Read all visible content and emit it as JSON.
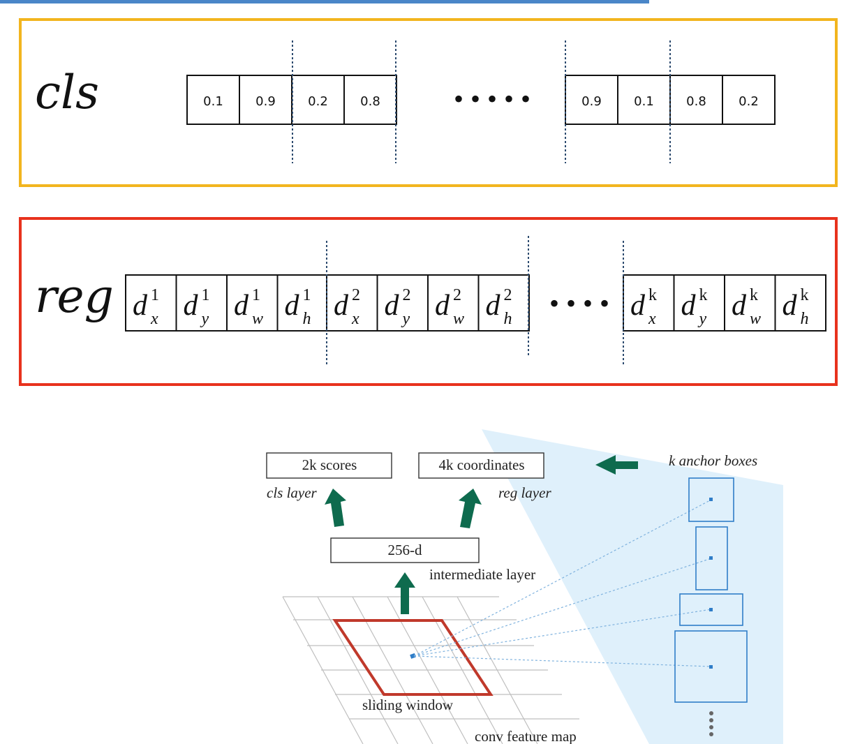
{
  "cls_panel": {
    "label": "cls",
    "cells_left": [
      "0.1",
      "0.9",
      "0.2",
      "0.8"
    ],
    "ellipsis": "• • • • •",
    "cells_right": [
      "0.9",
      "0.1",
      "0.8",
      "0.2"
    ]
  },
  "reg_panel": {
    "label": "reg",
    "groups": [
      {
        "sup": "1",
        "subs": [
          "x",
          "y",
          "w",
          "h"
        ]
      },
      {
        "sup": "2",
        "subs": [
          "x",
          "y",
          "w",
          "h"
        ]
      },
      {
        "sup": "k",
        "subs": [
          "x",
          "y",
          "w",
          "h"
        ]
      }
    ],
    "ellipsis": "• • • •",
    "base_symbol": "d"
  },
  "rpn_diagram": {
    "scores_box": "2k scores",
    "coordinates_box": "4k coordinates",
    "cls_layer": "cls layer",
    "reg_layer": "reg layer",
    "intermediate_box": "256-d",
    "intermediate_label": "intermediate layer",
    "sliding_window_label": "sliding window",
    "feature_map_label": "conv feature map",
    "anchor_label": "k anchor boxes",
    "colors": {
      "arrow": "#0e6b4e",
      "window": "#c0392b",
      "anchor": "#2f7dc8",
      "cone": "#dff0fb"
    }
  }
}
